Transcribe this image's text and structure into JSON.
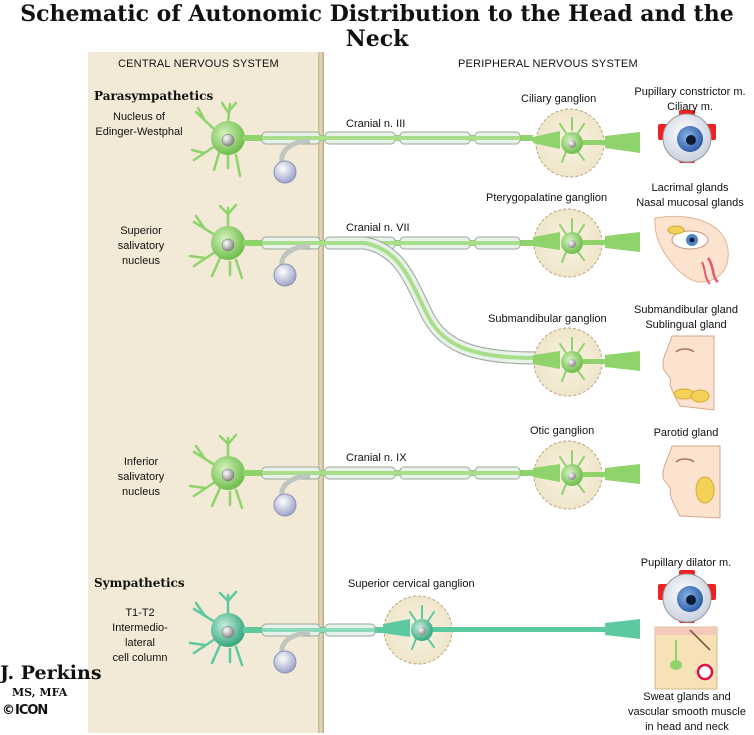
{
  "title": "Schematic of Autonomic Distribution to the Head and the Neck",
  "headers": {
    "cns": "CENTRAL NERVOUS SYSTEM",
    "pns": "PERIPHERAL NERVOUS SYSTEM"
  },
  "sections": {
    "parasympathetics": "Parasympathetics",
    "sympathetics": "Sympathetics"
  },
  "nuclei": {
    "edinger_1": "Nucleus of",
    "edinger_2": "Edinger-Westphal",
    "sup_sal_1": "Superior",
    "sup_sal_2": "salivatory",
    "sup_sal_3": "nucleus",
    "inf_sal_1": "Inferior",
    "inf_sal_2": "salivatory",
    "inf_sal_3": "nucleus",
    "t1t2_1": "T1-T2",
    "t1t2_2": "Intermedio-",
    "t1t2_3": "lateral",
    "t1t2_4": "cell column"
  },
  "nerves": {
    "cn3": "Cranial n. III",
    "cn7": "Cranial n. VII",
    "cn9": "Cranial n. IX"
  },
  "ganglia": {
    "ciliary": "Ciliary ganglion",
    "pterygopalatine": "Pterygopalatine ganglion",
    "submandibular": "Submandibular ganglion",
    "otic": "Otic ganglion",
    "superior_cervical": "Superior cervical ganglion"
  },
  "targets": {
    "pupil_constrictor": "Pupillary constrictor m.",
    "ciliary_m": "Ciliary m.",
    "lacrimal": "Lacrimal glands",
    "nasal": "Nasal mucosal glands",
    "submandibular_gland": "Submandibular gland",
    "sublingual": "Sublingual gland",
    "parotid": "Parotid gland",
    "pupil_dilator": "Pupillary dilator m.",
    "sweat_1": "Sweat glands and",
    "sweat_2": "vascular smooth muscle",
    "sweat_3": "in head and neck"
  },
  "credit": {
    "name": "J. Perkins",
    "degree": "MS, MFA",
    "copyright": "©",
    "logo": "ICON"
  },
  "colors": {
    "para_neuron": "#8fd36b",
    "symp_neuron": "#5cc9a0",
    "cns_panel": "#f2ead6",
    "ganglion_fill": "#f4ecd6",
    "myelin": "#e6efe6"
  }
}
